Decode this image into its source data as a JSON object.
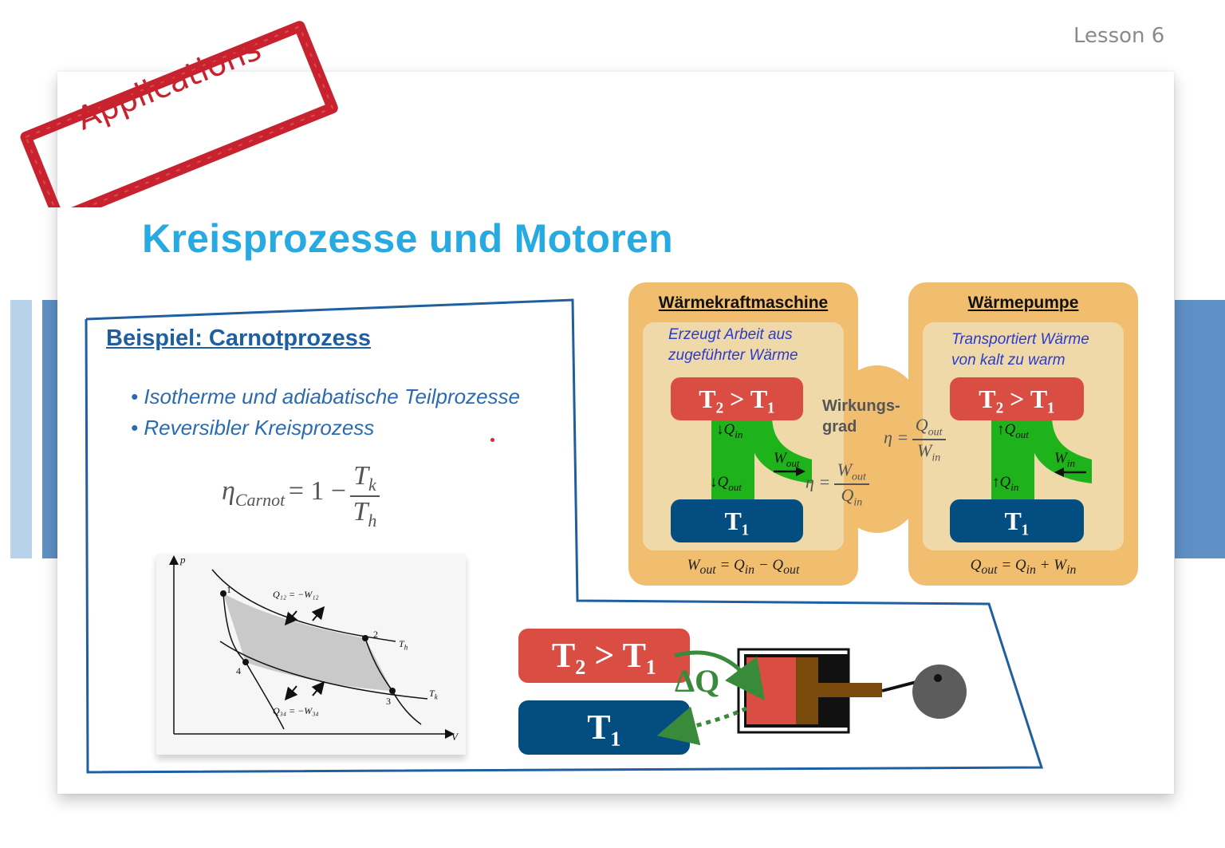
{
  "lesson": "Lesson 6",
  "stamp": "Applications",
  "title": "Kreisprozesse und Motoren",
  "example": {
    "heading": "Beispiel: Carnotprozess",
    "bullets": [
      "Isotherme und adiabatische Teilprozesse",
      "Reversibler Kreisprozess"
    ],
    "formula": {
      "lhs": "η",
      "lhs_sub": "Carnot",
      "mid": "= 1 −",
      "num": "T",
      "num_sub": "k",
      "den": "T",
      "den_sub": "h"
    }
  },
  "pv_diagram": {
    "axis_y": "p",
    "axis_x": "V",
    "points": [
      "1",
      "2",
      "3",
      "4"
    ],
    "isotherm_hot": "T",
    "isotherm_hot_sub": "h",
    "isotherm_cold": "T",
    "isotherm_cold_sub": "k",
    "top_label": "Q₁₂ = −W₁₂",
    "bottom_label": "Q₃₄ = −W₃₄"
  },
  "heat_engine": {
    "title": "Wärmekraftmaschine",
    "desc_line1": "Erzeugt Arbeit aus",
    "desc_line2": "zugeführter Wärme",
    "hot": "T₂ > T₁",
    "cold": "T₁",
    "q_in": "Q",
    "q_in_sub": "in",
    "q_out": "Q",
    "q_out_sub": "out",
    "w_out": "W",
    "w_out_sub": "out",
    "balance": "W<sub>out</sub> = Q<sub>in</sub> − Q<sub>out</sub>"
  },
  "heat_pump": {
    "title": "Wärmepumpe",
    "desc_line1": "Transportiert Wärme",
    "desc_line2": "von kalt zu warm",
    "hot": "T₂ > T₁",
    "cold": "T₁",
    "q_out": "Q",
    "q_out_sub": "out",
    "q_in": "Q",
    "q_in_sub": "in",
    "w_in": "W",
    "w_in_sub": "in",
    "balance": "Q<sub>out</sub> = Q<sub>in</sub> + W<sub>in</sub>"
  },
  "efficiency": {
    "label_line1": "Wirkungs-",
    "label_line2": "grad",
    "eta": "η =",
    "engine_num": "W",
    "engine_num_sub": "out",
    "engine_den": "Q",
    "engine_den_sub": "in",
    "pump_num": "Q",
    "pump_num_sub": "out",
    "pump_den": "W",
    "pump_den_sub": "in"
  },
  "engine_model": {
    "hot": "T₂ > T₁",
    "cold": "T₁",
    "delta_q": "ΔQ"
  },
  "colors": {
    "hot": "#d94d43",
    "cold": "#034d80",
    "flow": "#1eb31b",
    "panel": "#f0be6e",
    "panel_inner": "#f0d9a9",
    "title": "#27aae1",
    "stamp": "#c8222e"
  }
}
